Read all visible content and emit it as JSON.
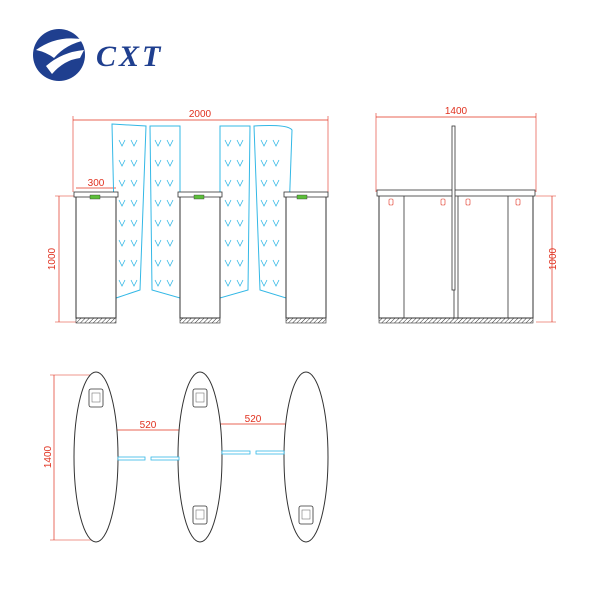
{
  "logo": {
    "text": "CXT"
  },
  "dimensions": {
    "front_width": "2000",
    "cabinet_width": "300",
    "front_height": "1000",
    "side_width": "1400",
    "side_height": "1000",
    "top_gap_left": "520",
    "top_gap_right": "520",
    "top_length": "1400"
  },
  "colors": {
    "dimension": "#e0301e",
    "outline": "#333333",
    "glass": "#33b8e6",
    "indicator": "#5cbf3a",
    "brand": "#1f3f8f"
  }
}
